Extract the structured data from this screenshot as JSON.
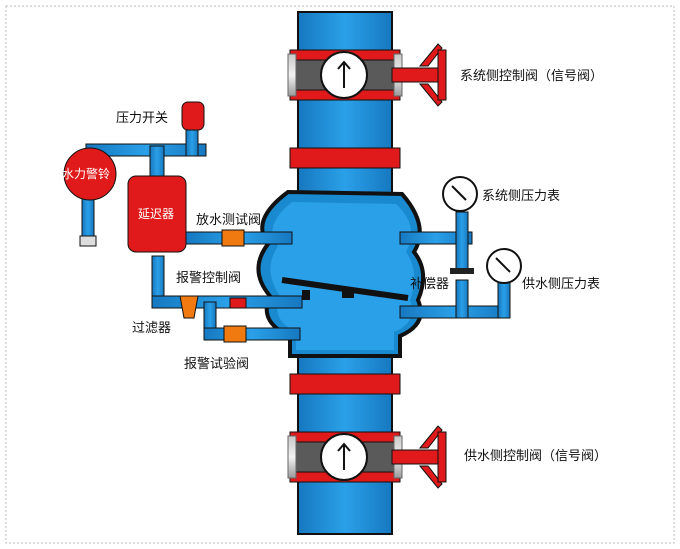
{
  "labels": {
    "system_control_valve": "系统侧控制阀（信号阀）",
    "supply_control_valve": "供水侧控制阀（信号阀）",
    "pressure_switch": "压力开关",
    "hydraulic_alarm_bell": "水力警铃",
    "retard_chamber": "延迟器",
    "drain_test_valve": "放水测试阀",
    "alarm_control_valve": "报警控制阀",
    "filter": "过滤器",
    "alarm_test_valve": "报警试验阀",
    "compensator": "补偿器",
    "system_pressure_gauge": "系统侧压力表",
    "supply_pressure_gauge": "供水侧压力表"
  },
  "colors": {
    "pipe": "#1d8fd6",
    "pipe_dark": "#0b4f8a",
    "flange": "#e01a1a",
    "body": "#1a8ad0",
    "outline": "#111111",
    "frame": "#bbbbbb",
    "accent_orange": "#f07a10"
  }
}
